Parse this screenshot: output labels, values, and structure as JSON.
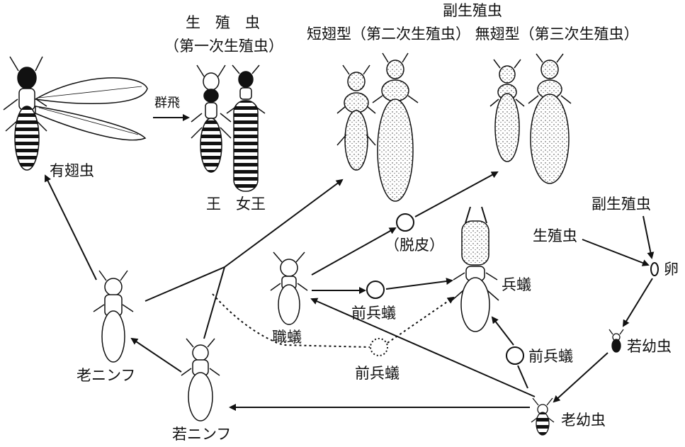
{
  "labels": {
    "winged": "有翅虫",
    "swarming": "群飛",
    "primary_title": "生　殖　虫",
    "primary_sub": "（第一次生殖虫）",
    "king_queen": "王　女王",
    "supp_title": "副生殖虫",
    "supp_sub": "短翅型（第二次生殖虫）  無翅型（第三次生殖虫）",
    "molting": "（脱皮）",
    "worker": "職蟻",
    "presoldier_1": "前兵蟻",
    "presoldier_2": "前兵蟻",
    "presoldier_3": "前兵蟻",
    "soldier": "兵蟻",
    "old_nymph": "老ニンフ",
    "young_nymph": "若ニンフ",
    "egg_src_supp": "副生殖虫",
    "egg_src_repro": "生殖虫",
    "egg": "卵",
    "young_larva": "若幼虫",
    "old_larva": "老幼虫"
  },
  "colors": {
    "ink": "#111111",
    "paper": "#ffffff"
  }
}
